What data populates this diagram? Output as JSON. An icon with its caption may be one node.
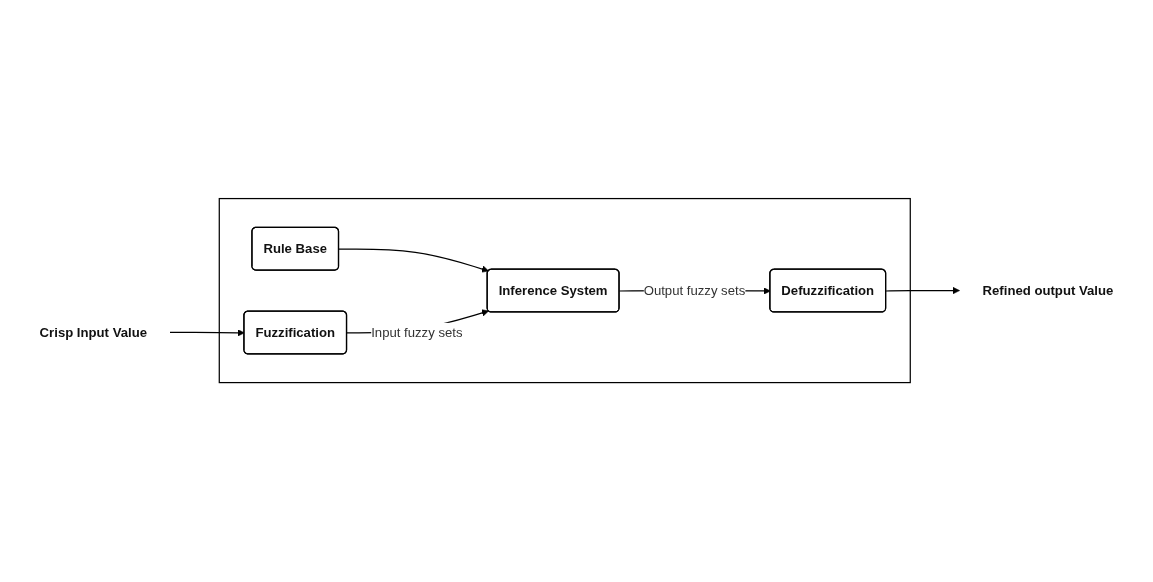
{
  "diagram": {
    "nodes": [
      {
        "text": [],
        "shape": "box"
      },
      {
        "text": [
          "Crisp Input Value"
        ]
      },
      {
        "text": [
          "Fuzzification"
        ],
        "in": 0
      },
      {
        "text": [
          "Rule Base"
        ],
        "in": 0
      },
      {
        "text": [
          "Inference System"
        ],
        "in": 0
      },
      {
        "text": [
          "Defuzzification"
        ],
        "in": 0
      },
      {
        "text": [
          "Refined output Value"
        ]
      }
    ],
    "edges": [
      {
        "from": 1,
        "to": 2,
        "arrow": "to"
      },
      {
        "from": 3,
        "to": 4,
        "arrow": "to"
      },
      {
        "from": 2,
        "to": 4,
        "label": "Input fuzzy sets",
        "arrow": "to"
      },
      {
        "from": 4,
        "to": 5,
        "label": "Output fuzzy sets",
        "arrow": "to"
      },
      {
        "from": 5,
        "to": 6,
        "arrow": "to"
      }
    ]
  }
}
